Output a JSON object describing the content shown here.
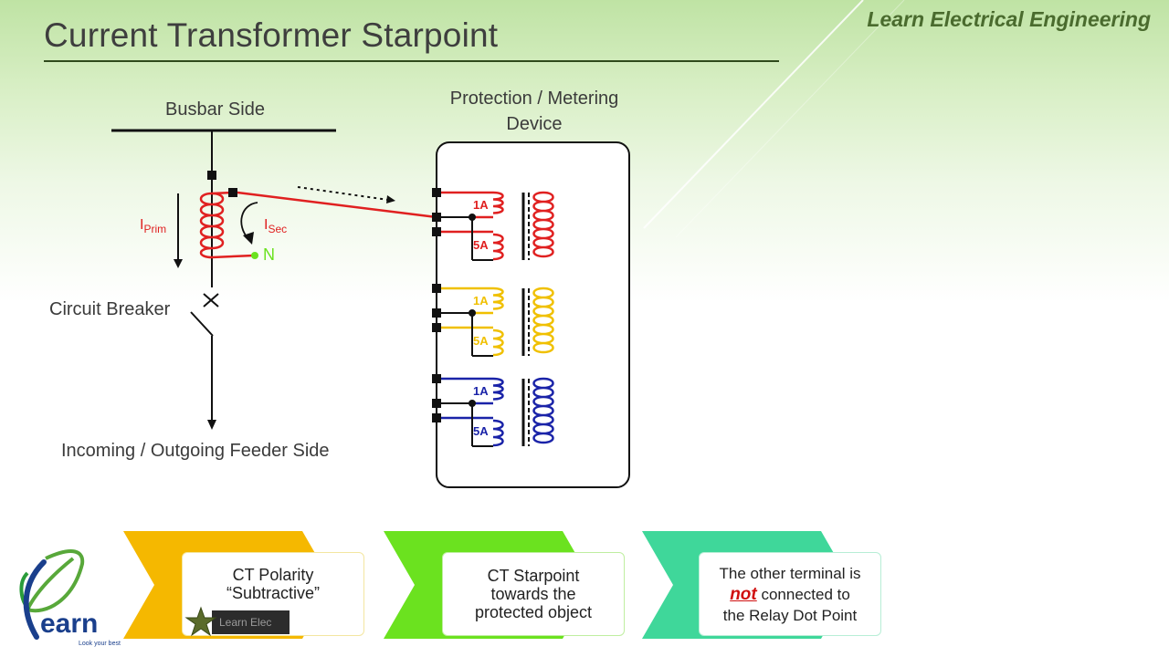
{
  "header": {
    "title": "Current Transformer Starpoint",
    "brand": "Learn Electrical Engineering"
  },
  "diagram": {
    "busbar_label": "Busbar Side",
    "device_label_line1": "Protection / Metering",
    "device_label_line2": "Device",
    "breaker_label": "Circuit Breaker",
    "feeder_label": "Incoming / Outgoing Feeder Side",
    "i_prim_main": "I",
    "i_prim_sub": "Prim",
    "i_sec_main": "I",
    "i_sec_sub": "Sec",
    "neutral_label": "N",
    "phase_groups": [
      {
        "color": "#e02020",
        "tap1": "1A",
        "tap2": "5A"
      },
      {
        "color": "#f0c000",
        "tap1": "1A",
        "tap2": "5A"
      },
      {
        "color": "#1a23a8",
        "tap1": "1A",
        "tap2": "5A"
      }
    ]
  },
  "steps": [
    {
      "line1": "CT Polarity",
      "line2": "“Subtractive”",
      "chevron_color": "#f5b800"
    },
    {
      "line1": "CT Starpoint",
      "line2": "towards the",
      "line3": "protected object",
      "chevron_color": "#6be21f"
    },
    {
      "line1": "The other terminal is",
      "emph": "not",
      "line2_rest": " connected to",
      "line3": "the Relay Dot Point",
      "chevron_color": "#3fd79a"
    }
  ],
  "tooltip": {
    "text": "Learn Elec"
  },
  "logo": {
    "word": "earn",
    "tagline": "Look your best"
  },
  "colors": {
    "red_phase": "#e02020",
    "yellow_phase": "#f0c000",
    "blue_phase": "#1a23a8",
    "title_text": "#3e3e3e",
    "brand_text": "#4a6b2e"
  }
}
